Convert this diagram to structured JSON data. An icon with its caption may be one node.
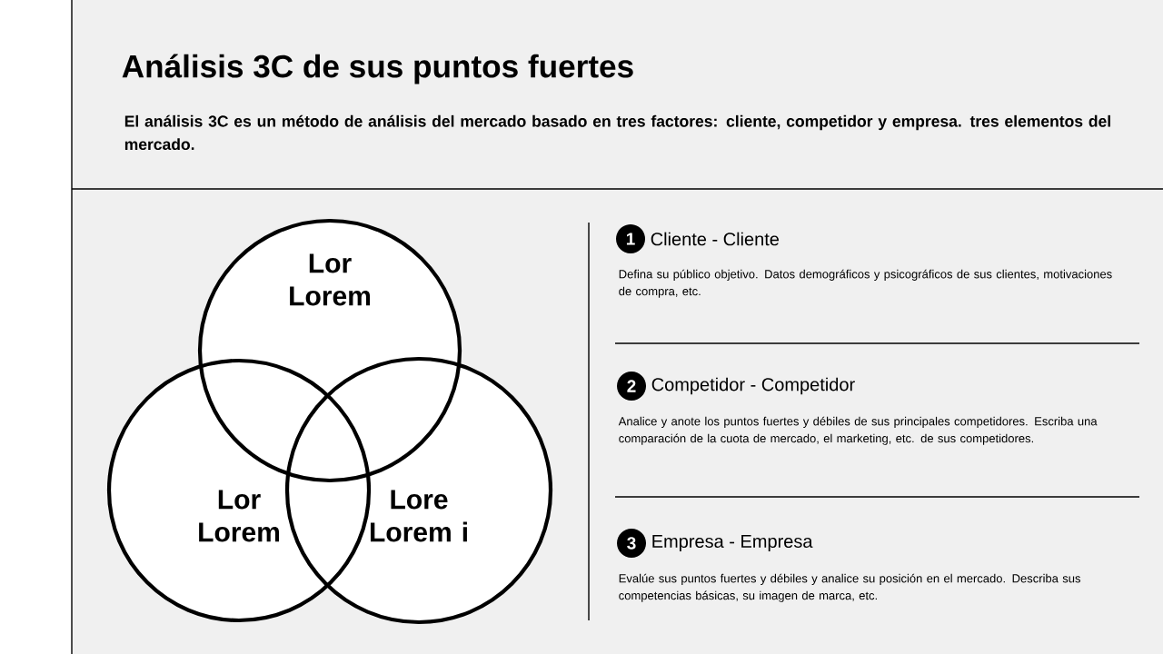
{
  "diagram": {
    "title": "Análisis 3C de sus puntos fuertes",
    "caption": "El análisis 3C es un método de análisis del mercado basado en tres factores: cliente, competidor y empresa. tres elementos del mercado.",
    "nodes": [
      {
        "text": [
          "Lor Lorem"
        ]
      },
      {
        "text": [
          "Lor Lorem"
        ]
      },
      {
        "text": [
          "Lore Lorem i"
        ]
      },
      {
        "text": [
          "1"
        ],
        "beside": [
          "Cliente - Cliente",
          "Defina su público objetivo. Datos demográficos y psicográficos de sus clientes, motivaciones de compra, etc."
        ]
      },
      {
        "text": [
          "2"
        ],
        "beside": [
          "Competidor - Competidor",
          "Analice y anote los puntos fuertes y débiles de sus principales competidores. Escriba una comparación de la cuota de mercado, el marketing, etc. de sus competidores."
        ]
      },
      {
        "text": [
          "3"
        ],
        "beside": [
          "Empresa - Empresa",
          "Evalúe sus puntos fuertes y débiles y analice su posición en el mercado. Describa sus competencias básicas, su imagen de marca, etc."
        ]
      }
    ]
  }
}
